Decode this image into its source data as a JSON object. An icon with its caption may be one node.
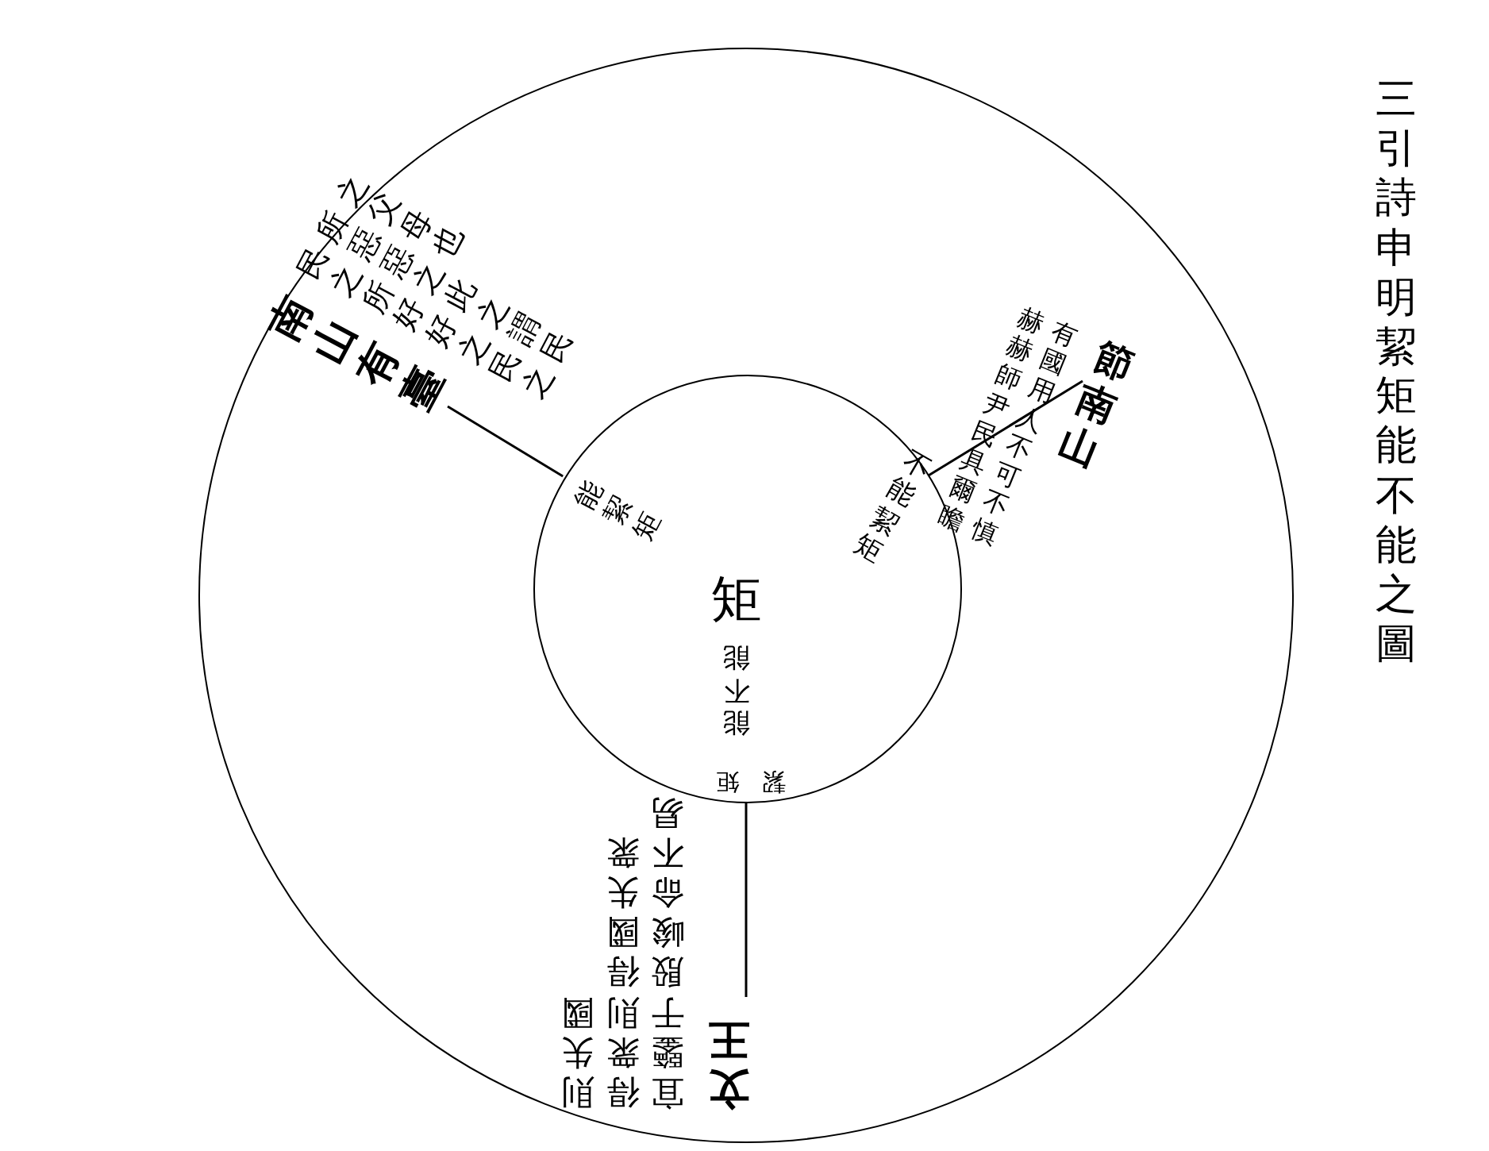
{
  "diagram": {
    "title": "三引詩申明絜矩能不能之圖",
    "nodes": [
      {
        "text": [],
        "shape": "circle"
      },
      {
        "text": [
          "矩",
          "能絜矩",
          "不能絜矩",
          "能不能",
          "絜矩"
        ],
        "in": 0
      },
      {
        "text": [
          "南山有臺",
          "民之所好好之民之所惡惡之此之謂民之父母也"
        ],
        "in": 0
      },
      {
        "text": [
          "節南山",
          "有國用人不可不慎",
          "赫赫師尹民具爾瞻"
        ],
        "in": 0
      },
      {
        "text": [
          "文王",
          "宜鑒于殷峻命不易",
          "得衆則得國失衆則失國"
        ],
        "in": 0
      }
    ],
    "edges": [
      {
        "from": 1,
        "to": 2,
        "arrow": "none"
      },
      {
        "from": 1,
        "to": 3,
        "arrow": "none"
      },
      {
        "from": 1,
        "to": 4,
        "arrow": "none"
      }
    ]
  }
}
